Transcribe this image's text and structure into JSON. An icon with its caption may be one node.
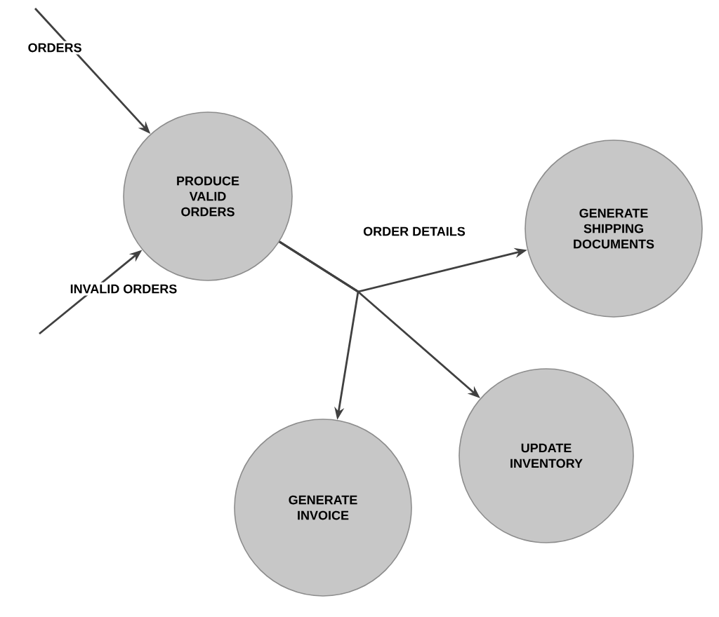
{
  "diagram": {
    "nodes": [
      {
        "text": [
          "PRODUCE VALID ORDERS"
        ]
      },
      {
        "text": [
          "GENERATE SHIPPING DOCUMENTS"
        ]
      },
      {
        "text": [
          "UPDATE INVENTORY"
        ]
      },
      {
        "text": [
          "GENERATE INVOICE"
        ]
      }
    ],
    "edges": [
      {
        "from": null,
        "to": 0,
        "arrow": "to",
        "label": "ORDERS"
      },
      {
        "from": null,
        "to": 0,
        "arrow": "to",
        "label": "INVALID ORDERS"
      },
      {
        "from": 0,
        "to": 1,
        "arrow": "to",
        "label": "ORDER DETAILS"
      },
      {
        "from": 0,
        "to": 2,
        "arrow": "to"
      },
      {
        "from": 0,
        "to": 3,
        "arrow": "to"
      }
    ]
  }
}
